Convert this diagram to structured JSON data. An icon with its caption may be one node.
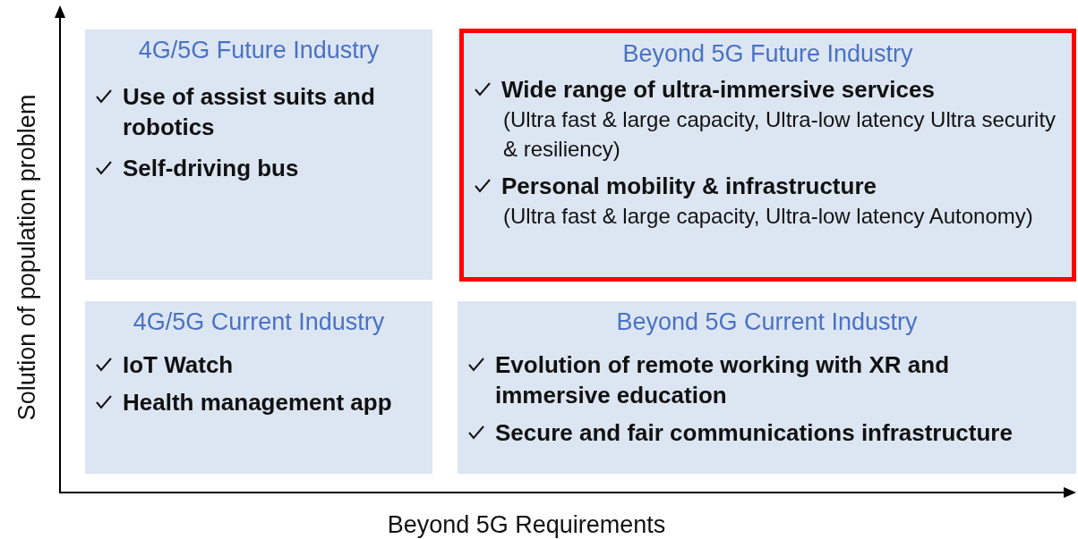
{
  "diagram": {
    "nodes": [
      {
        "text": [
          "4G/5G Future Industry",
          "Use of assist suits and robotics",
          "Self-driving bus"
        ]
      },
      {
        "text": [
          "Beyond 5G Future Industry",
          "Wide range of ultra-immersive services",
          "(Ultra fast & large capacity, Ultra-low latency Ultra security & resiliency)",
          "Personal mobility & infrastructure",
          "(Ultra fast & large capacity, Ultra-low latency Autonomy)"
        ]
      },
      {
        "text": [
          "4G/5G Current Industry",
          "IoT Watch",
          "Health management app"
        ]
      },
      {
        "text": [
          "Beyond 5G Current Industry",
          "Evolution of remote working with XR and immersive education",
          "Secure and fair communications infrastructure"
        ]
      }
    ],
    "labels": [
      "Solution of population problem",
      "Beyond 5G Requirements"
    ]
  }
}
